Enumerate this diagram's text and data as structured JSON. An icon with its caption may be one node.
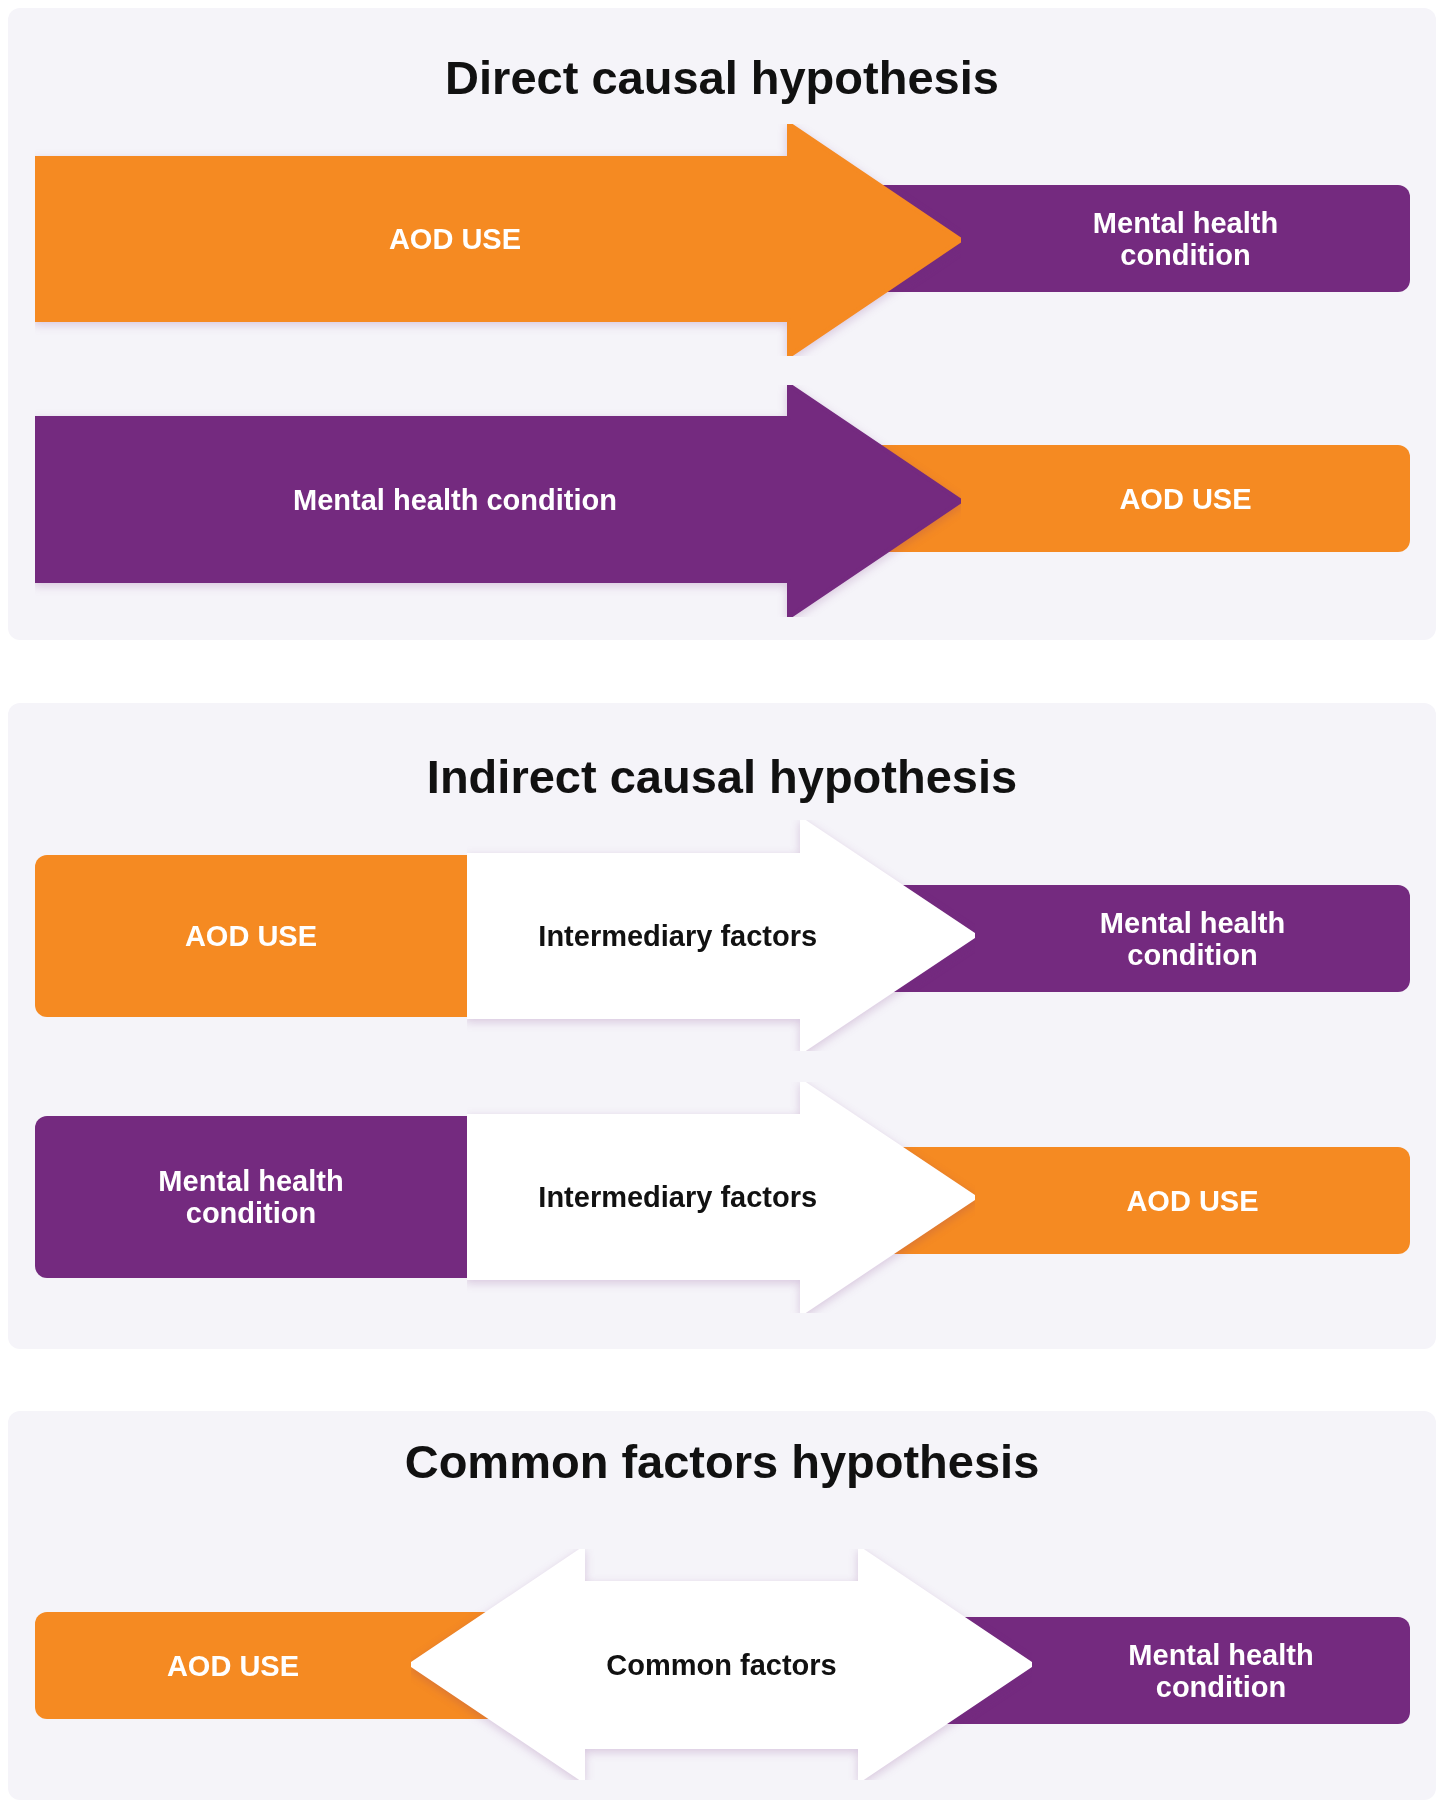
{
  "diagram": {
    "nodes": [
      {
        "text": [
          "Direct causal hypothesis"
        ]
      },
      {
        "text": [
          "AOD USE"
        ],
        "in": 0
      },
      {
        "text": [
          "Mental health condition"
        ],
        "in": 0
      },
      {
        "text": [
          "Mental health condition"
        ],
        "in": 0
      },
      {
        "text": [
          "AOD USE"
        ],
        "in": 0
      },
      {
        "text": [
          "Indirect causal hypothesis"
        ]
      },
      {
        "text": [
          "AOD USE"
        ],
        "in": 5
      },
      {
        "text": [
          "Intermediary factors"
        ],
        "in": 5
      },
      {
        "text": [
          "Mental health condition"
        ],
        "in": 5
      },
      {
        "text": [
          "Mental health condition"
        ],
        "in": 5
      },
      {
        "text": [
          "Intermediary factors"
        ],
        "in": 5
      },
      {
        "text": [
          "AOD USE"
        ],
        "in": 5
      },
      {
        "text": [
          "Common factors hypothesis"
        ]
      },
      {
        "text": [
          "AOD USE"
        ],
        "in": 12
      },
      {
        "text": [
          "Common factors"
        ],
        "in": 12
      },
      {
        "text": [
          "Mental health condition"
        ],
        "in": 12
      }
    ]
  }
}
